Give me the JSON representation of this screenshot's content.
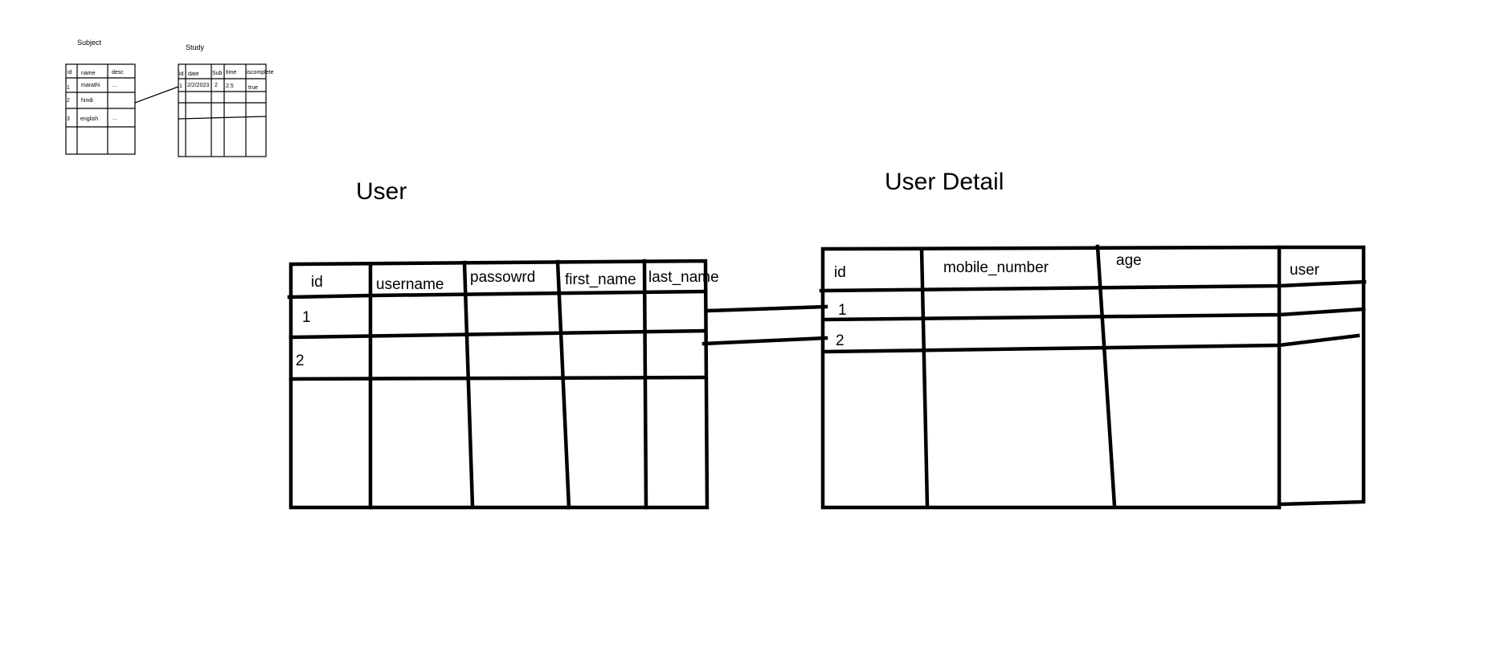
{
  "small_tables": {
    "subject": {
      "title": "Subject",
      "headers": [
        "id",
        "name",
        "desc"
      ],
      "rows": [
        [
          "1",
          "marathi",
          "..."
        ],
        [
          "2",
          "hindi",
          ""
        ],
        [
          "3",
          "english",
          "..."
        ]
      ]
    },
    "study": {
      "title": "Study",
      "headers": [
        "id",
        "date",
        "Sub",
        "time",
        "iscomplete"
      ],
      "rows": [
        [
          "1",
          "2/2/2023",
          "2",
          "2.5",
          "true"
        ]
      ]
    }
  },
  "user_table": {
    "title": "User",
    "headers": [
      "id",
      "username",
      "passowrd",
      "first_name",
      "last_name"
    ],
    "rows": [
      [
        "1"
      ],
      [
        "2"
      ]
    ]
  },
  "user_detail_table": {
    "title": "User Detail",
    "headers": [
      "id",
      "mobile_number",
      "age",
      "user"
    ],
    "rows": [
      [
        "1"
      ],
      [
        "2"
      ]
    ]
  }
}
